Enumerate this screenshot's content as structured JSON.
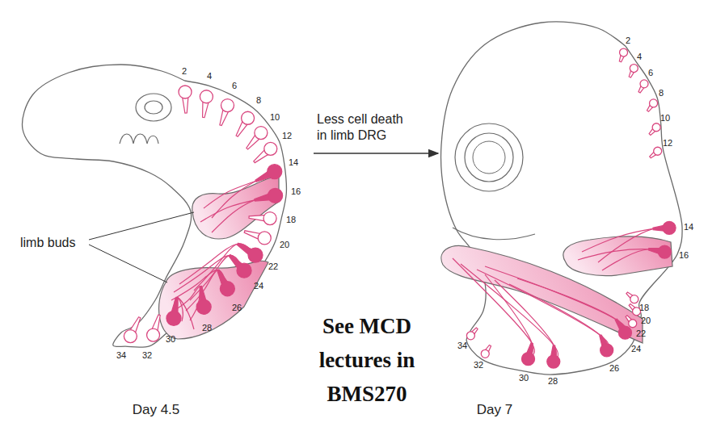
{
  "diagram": {
    "labels": [
      "2",
      "4",
      "6",
      "8",
      "10",
      "12",
      "14",
      "16",
      "18",
      "20",
      "22",
      "24",
      "26",
      "28",
      "30",
      "32",
      "34",
      "Less cell death in limb DRG",
      "limb buds",
      "2",
      "4",
      "6",
      "8",
      "10",
      "12",
      "14",
      "16",
      "18",
      "20",
      "22",
      "24",
      "26",
      "28",
      "30",
      "32",
      "34",
      "See MCD lectures in BMS270",
      "Day 4.5",
      "Day 7"
    ]
  }
}
